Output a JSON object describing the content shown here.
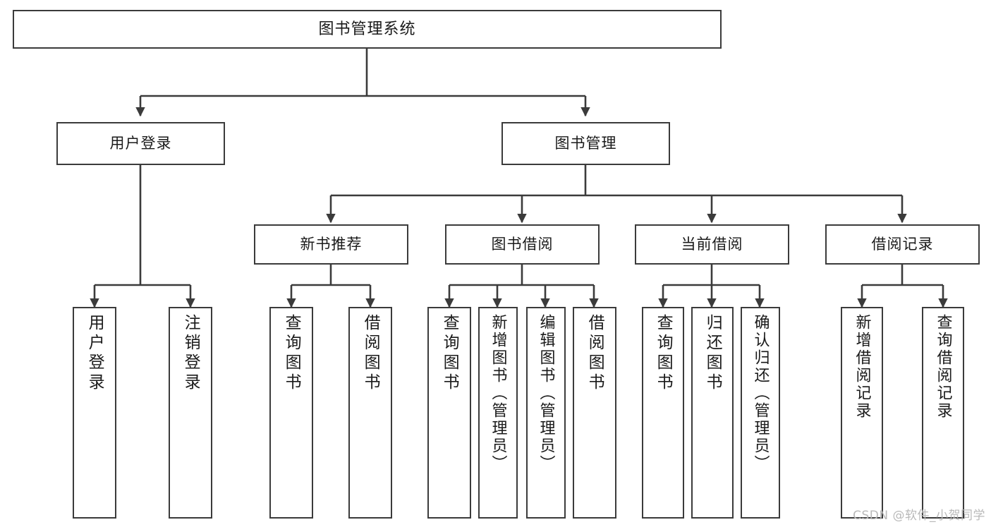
{
  "diagram": {
    "title": "图书管理系统",
    "type": "hierarchy-tree",
    "watermark": "CSDN @软件_小贺同学",
    "colors": {
      "box_border": "#3b3b3b",
      "box_fill": "#ffffff",
      "edge": "#3b3b3b",
      "text": "#1a1a1a",
      "watermark": "#b9b9b9",
      "background": "#ffffff"
    },
    "nodes": {
      "root": {
        "label": "图书管理系统"
      },
      "level1": [
        {
          "id": "user-login",
          "label": "用户登录"
        },
        {
          "id": "book-manage",
          "label": "图书管理"
        }
      ],
      "level2": [
        {
          "id": "new-book-recommend",
          "label": "新书推荐"
        },
        {
          "id": "book-borrow",
          "label": "图书借阅"
        },
        {
          "id": "current-borrow",
          "label": "当前借阅"
        },
        {
          "id": "borrow-record",
          "label": "借阅记录"
        }
      ],
      "leaves": {
        "user-login": [
          {
            "id": "leaf-user-login",
            "label": "用户登录"
          },
          {
            "id": "leaf-logout-login",
            "label": "注销登录"
          }
        ],
        "new-book-recommend": [
          {
            "id": "leaf-query-book-1",
            "label": "查询图书"
          },
          {
            "id": "leaf-borrow-book-1",
            "label": "借阅图书"
          }
        ],
        "book-borrow": [
          {
            "id": "leaf-query-book-2",
            "label": "查询图书"
          },
          {
            "id": "leaf-add-book",
            "label": "新增图书（管理员）"
          },
          {
            "id": "leaf-edit-book",
            "label": "编辑图书（管理员）"
          },
          {
            "id": "leaf-borrow-book-2",
            "label": "借阅图书"
          }
        ],
        "current-borrow": [
          {
            "id": "leaf-query-book-3",
            "label": "查询图书"
          },
          {
            "id": "leaf-return-book",
            "label": "归还图书"
          },
          {
            "id": "leaf-confirm-return",
            "label": "确认归还（管理员）"
          }
        ],
        "borrow-record": [
          {
            "id": "leaf-add-record",
            "label": "新增借阅记录"
          },
          {
            "id": "leaf-query-record",
            "label": "查询借阅记录"
          }
        ]
      }
    }
  }
}
